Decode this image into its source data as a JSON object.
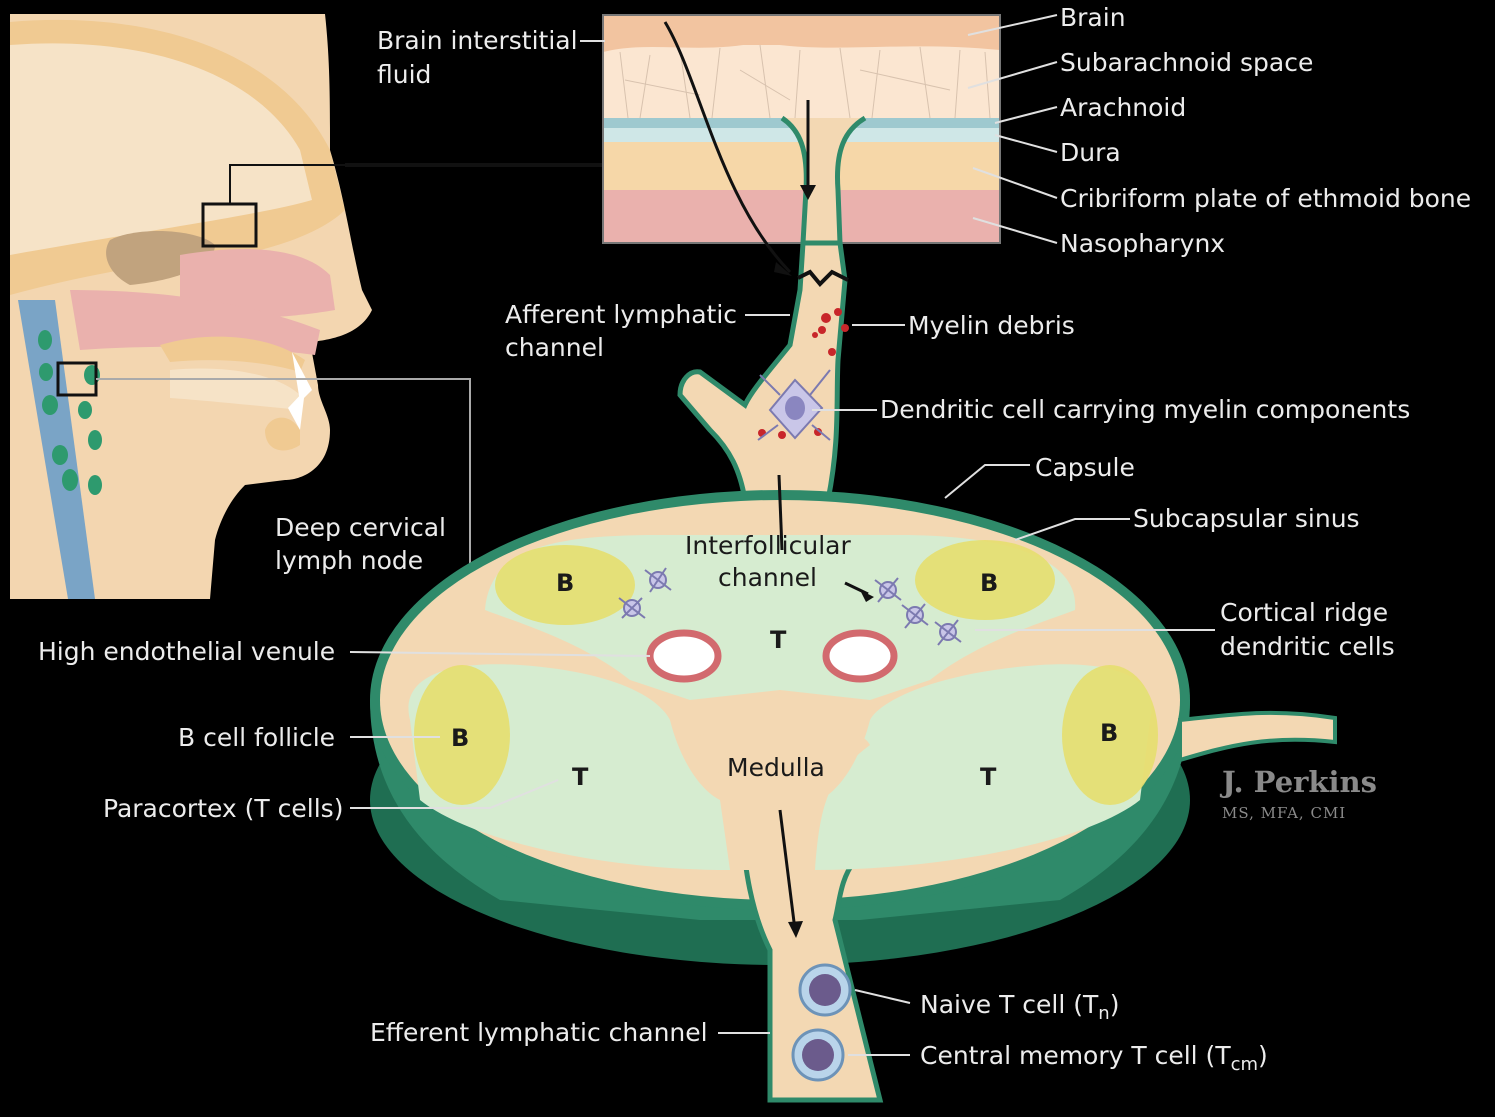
{
  "labels": {
    "brain_interstitial_1": "Brain interstitial",
    "brain_interstitial_2": "fluid",
    "brain": "Brain",
    "subarachnoid": "Subarachnoid space",
    "arachnoid": "Arachnoid",
    "dura": "Dura",
    "cribriform": "Cribriform plate of ethmoid bone",
    "nasopharynx": "Nasopharynx",
    "afferent_1": "Afferent lymphatic",
    "afferent_2": "channel",
    "myelin_debris": "Myelin debris",
    "dendritic_cell": "Dendritic cell carrying myelin components",
    "capsule": "Capsule",
    "subcapsular_sinus": "Subcapsular sinus",
    "deep_cervical_1": "Deep cervical",
    "deep_cervical_2": "lymph node",
    "interfollicular_1": "Interfollicular",
    "interfollicular_2": "channel",
    "cortical_ridge_1": "Cortical ridge",
    "cortical_ridge_2": "dendritic cells",
    "hev": "High endothelial venule",
    "b_cell_follicle": "B cell follicle",
    "paracortex": "Paracortex (T cells)",
    "medulla": "Medulla",
    "efferent": "Efferent lymphatic channel",
    "naive_t_main": "Naive T cell (T",
    "naive_t_sub": "n",
    "naive_t_close": ")",
    "tcm_main": "Central memory T cell (T",
    "tcm_sub": "cm",
    "tcm_close": ")",
    "letter_b": "B",
    "letter_t": "T"
  },
  "signature": {
    "name": "J. Perkins",
    "credentials": "MS, MFA, CMI"
  },
  "colors": {
    "background": "#000000",
    "capsule_green": "#2f8a6a",
    "sinus_tan": "#f3d8b3",
    "paracortex_green": "#d6ecd0",
    "follicle_yellow": "#e6df6e",
    "brain_peach": "#f2c4a0",
    "nasopharynx_pink": "#eab1ad",
    "lymph_blue": "#7aa4c6"
  }
}
